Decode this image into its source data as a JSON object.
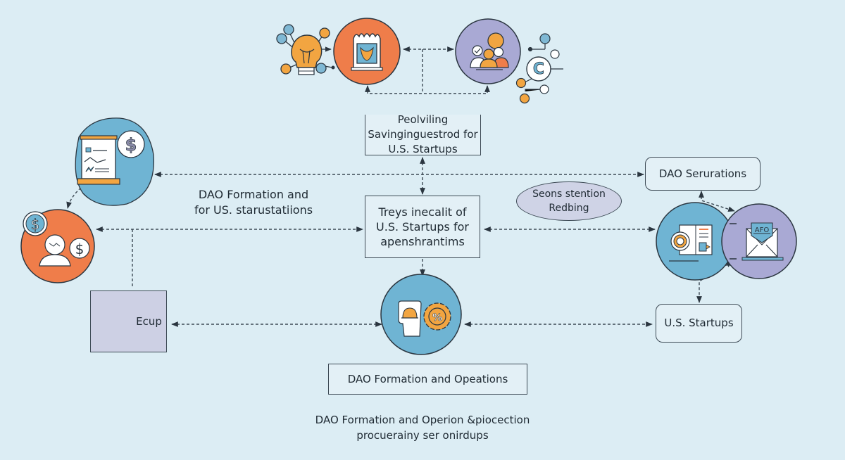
{
  "colors": {
    "background": "#dcedf4",
    "orange": "#ef7d4a",
    "blue": "#6fb4d3",
    "lavender": "#a9a9d4",
    "amber": "#f2a541",
    "line": "#3d4a55"
  },
  "nodes": {
    "top_box": [
      "Peolviling",
      "Savinginguestrod for",
      "U.S. Startups"
    ],
    "center_box": [
      "Treys inecalit of",
      "U.S. Startups for",
      "apenshrantims"
    ],
    "left_label": [
      "DAO Formation and",
      "for US. starustatiions"
    ],
    "ellipse": [
      "Seons stention",
      "Redbing"
    ],
    "dao_serurations": "DAO Serurations",
    "us_startups": "U.S. Startups",
    "ecup": "Ecup",
    "dao_ops_box": "DAO Formation and Opeations",
    "envelope_badge": "AFO"
  },
  "footer": {
    "line1": "DAO Formation and Operion &piocection",
    "line2": "procuerainy ser onirdups"
  },
  "icons": {
    "top_left": "lightbulb-network-icon",
    "top_orange": "building-document-icon",
    "top_purple": "team-people-icon",
    "copyright": "copyright-network-icon",
    "left_blue": "presentation-board-dollar-icon",
    "left_orange": "investor-dollar-icon",
    "ecup": "lightbulb-gear-icon",
    "bottom_center": "document-gear-percent-icon",
    "right_blue": "target-document-icon",
    "right_purple": "envelope-laptop-icon"
  }
}
